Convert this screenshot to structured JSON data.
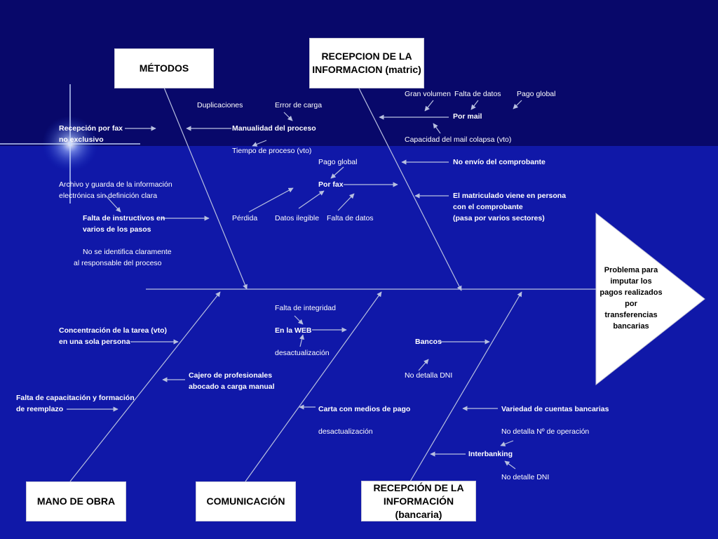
{
  "effect": [
    "Problema para",
    "imputar los",
    "pagos realizados",
    "por",
    "transferencias",
    "bancarias"
  ],
  "categories": {
    "metodos": [
      "MÉTODOS"
    ],
    "recepcion_matric": [
      "RECEPCION DE LA",
      "INFORMACION (matric)"
    ],
    "mano_obra": [
      "MANO DE OBRA"
    ],
    "comunicacion": [
      "COMUNICACIÓN"
    ],
    "recepcion_bancaria": [
      "RECEPCIÓN DE LA",
      "INFORMACIÓN (bancaria)"
    ]
  },
  "causes": {
    "recepcion_fax": [
      "Recepción por fax",
      "no exclusivo"
    ],
    "duplicaciones": "Duplicaciones",
    "error_carga": "Error de carga",
    "manualidad": "Manualidad del proceso",
    "tiempo_proceso": "Tiempo de proceso (vto)",
    "archivo": [
      "Archivo y guarda de la información",
      "electrónica sin definición clara"
    ],
    "falta_instructivos": [
      "Falta de instructivos en",
      "varios de los pasos"
    ],
    "no_identifica": [
      "No se identifica claramente",
      "al responsable del proceso"
    ],
    "pago_global_fax": "Pago global",
    "por_fax": "Por fax",
    "perdida": "Pérdida",
    "datos_ilegible": "Datos ilegible",
    "falta_datos_fax": "Falta de datos",
    "gran_volumen": "Gran volumen",
    "falta_datos_mail": "Falta de datos",
    "pago_global_mail": "Pago global",
    "por_mail": "Por mail",
    "mail_colapsa": "Capacidad del mail colapsa (vto)",
    "no_envio": "No envío del comprobante",
    "matriculado": [
      "El matriculado viene en persona",
      "con el comprobante",
      "(pasa por varios sectores)"
    ],
    "concentracion": [
      "Concentración de la tarea (vto)",
      "en una sola persona"
    ],
    "cajero": [
      "Cajero de profesionales",
      "abocado a carga manual"
    ],
    "falta_capacitacion": [
      "Falta de capacitación y formación",
      "de reemplazo"
    ],
    "falta_integridad": "Falta de integridad",
    "en_la_web": "En la WEB",
    "desactualizacion_web": "desactualización",
    "carta": "Carta con medios de pago",
    "desactualizacion_carta": "desactualización",
    "bancos": "Bancos",
    "no_detalla_dni": "No detalla DNI",
    "variedad": "Variedad de cuentas bancarias",
    "no_detalla_operacion": "No detalla Nº de operación",
    "interbanking": "Interbanking",
    "no_detalle_dni": "No detalle DNI"
  }
}
